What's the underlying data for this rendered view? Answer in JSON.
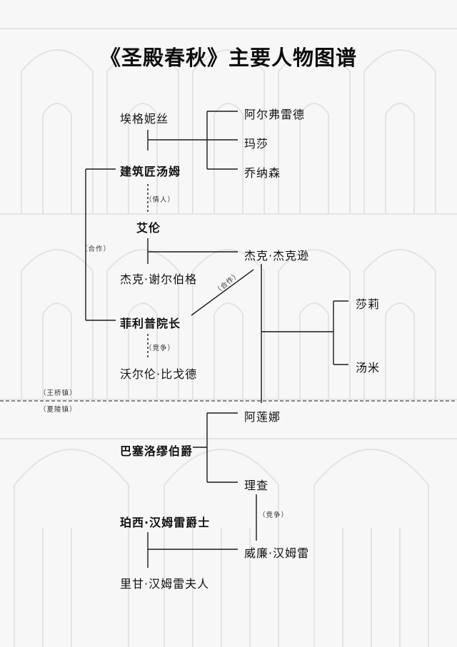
{
  "title": "《圣殿春秋》主要人物图谱",
  "people": {
    "egan_ellen_name": "埃格妮丝",
    "architect_tom": "建筑匠汤姆",
    "ellen": "艾伦",
    "jack_shelborg": "杰克·谢尔伯格",
    "prior_philip": "菲利普院长",
    "waleran": "沃尔伦·比戈德",
    "alfred": "阿尔弗雷德",
    "martha": "玛莎",
    "jonathan": "乔纳森",
    "jack_jackson": "杰克·杰克逊",
    "sally": "莎莉",
    "tommy": "汤米",
    "aliena": "阿莲娜",
    "count_bartholomew": "巴塞洛缪伯爵",
    "richard": "理查",
    "percy_hamleigh": "珀西·汉姆雷爵士",
    "william_hamleigh": "威廉·汉姆雷",
    "regan_hamleigh": "里甘·汉姆雷夫人"
  },
  "relations": {
    "lovers": "（情人）",
    "cooperation_left": "（合作）",
    "cooperation_diag": "（合作）",
    "rivalry_upper": "（竞争）",
    "rivalry_lower": "（竞争）"
  },
  "places": {
    "kingsbridge": "（王桥镇）",
    "shiring": "（夏陵镇）"
  },
  "colors": {
    "line": "#1a1a1a",
    "text": "#111111",
    "background": "#f7f7f7",
    "architecture": "#e6e6e6"
  }
}
